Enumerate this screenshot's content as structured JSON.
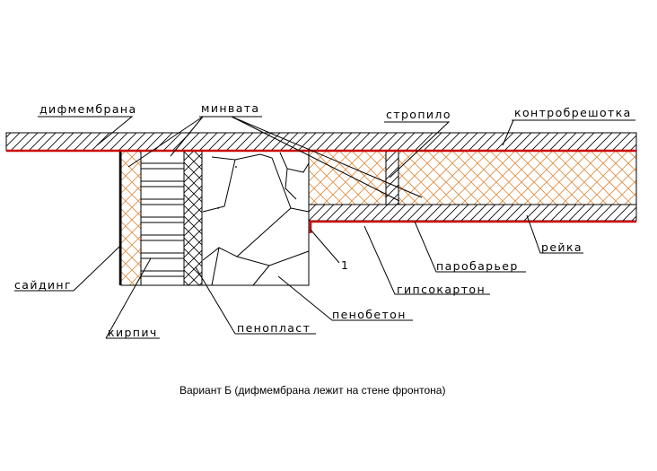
{
  "colors": {
    "background": "#ffffff",
    "line": "#000000",
    "membrane": "#cc0000",
    "insulation_hatch": "#e08a3c"
  },
  "labels": {
    "difmembrana": "дифмембрана",
    "minvata": "минвата",
    "stropilo": "стропило",
    "kontrobreshotka": "контробрешотка",
    "reyka": "рейка",
    "parobarier": "паробарьер",
    "gipsokarton": "гипсокартон",
    "marker_one": "1",
    "penobeton": "пенобетон",
    "penoplast": "пенопласт",
    "kirpich": "кирпич",
    "saiding": "сайдинг"
  },
  "caption": "Вариант Б (дифмембрана лежит на стене фронтона)"
}
